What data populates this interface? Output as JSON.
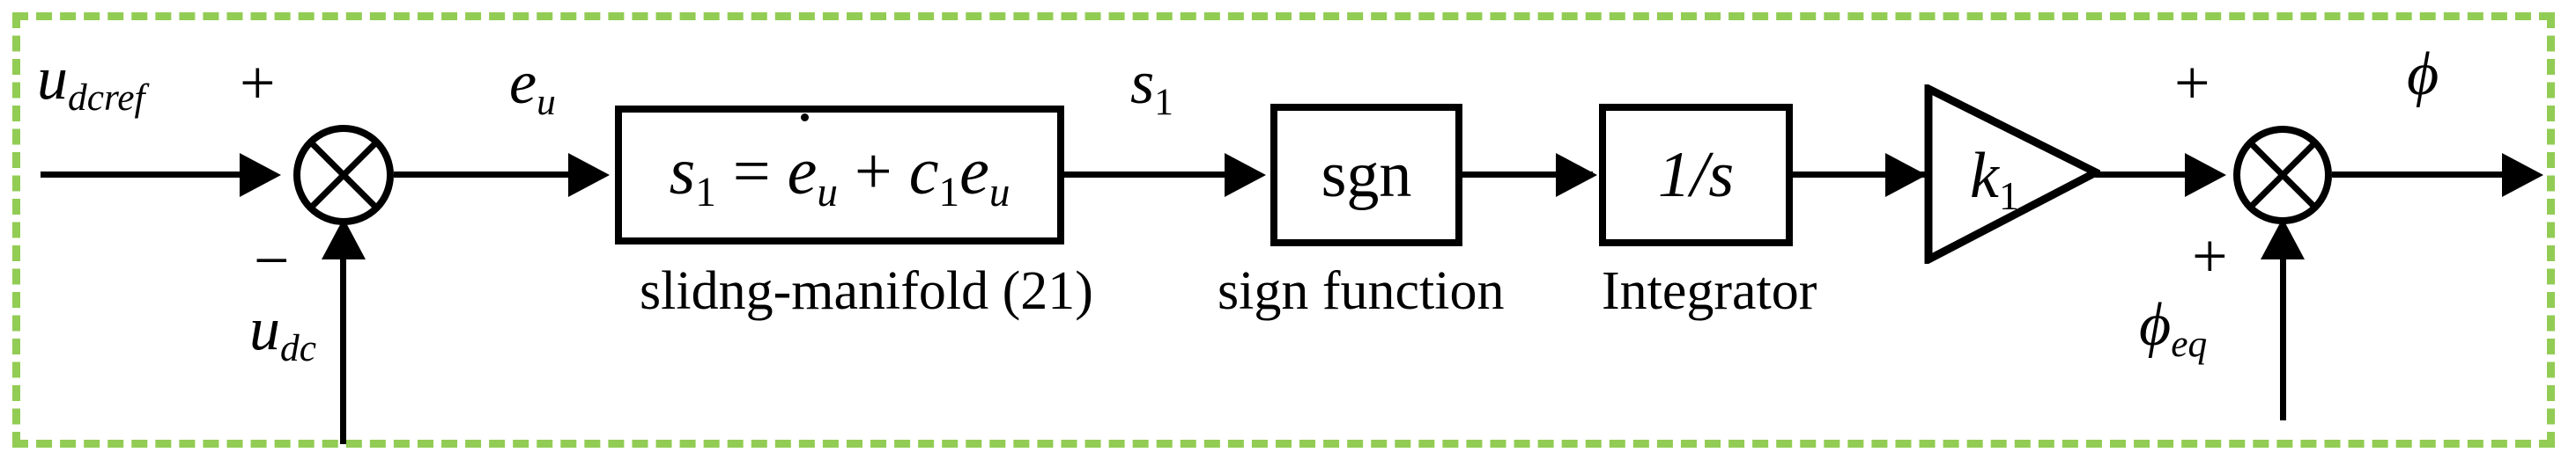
{
  "diagram": {
    "title": "DC-link voltage sliding-mode control block diagram",
    "frame": {
      "style": "dashed",
      "color": "#92cc54"
    },
    "line_color": "#000000",
    "background": "#ffffff"
  },
  "signals": {
    "reference_input": "u",
    "reference_input_sub": "dcref",
    "feedback_input": "u",
    "feedback_input_sub": "dc",
    "error": "e",
    "error_sub": "u",
    "sliding_surface": "s",
    "sliding_surface_sub": "1",
    "equivalent_term": "ϕ",
    "equivalent_term_sub": "eq",
    "output": "ϕ"
  },
  "polarity": {
    "sum1_top": "+",
    "sum1_bottom": "−",
    "sum2_top": "+",
    "sum2_bottom": "+"
  },
  "blocks": {
    "sliding_manifold": {
      "eq_lhs": "s",
      "eq_lhs_sub": "1",
      "eq_equals": "=",
      "eq_edot": "e",
      "eq_edot_sub": "u",
      "eq_plus": "+",
      "eq_c": "c",
      "eq_c_sub": "1",
      "eq_e": "e",
      "eq_e_sub": "u",
      "caption": "slidng-manifold (21)"
    },
    "sign_function": {
      "label": "sgn",
      "caption": "sign function"
    },
    "integrator": {
      "label": "1/s",
      "caption": "Integrator"
    },
    "gain": {
      "label": "k",
      "label_sub": "1"
    }
  }
}
